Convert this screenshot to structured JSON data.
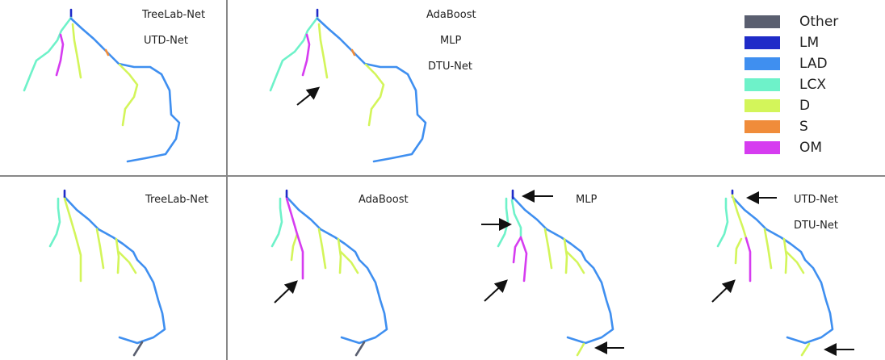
{
  "top_row": {
    "panel_1": {
      "labels": [
        "TreeLab-Net",
        "UTD-Net"
      ]
    },
    "panel_2": {
      "labels": [
        "AdaBoost",
        "MLP",
        "DTU-Net"
      ]
    }
  },
  "bottom_row": {
    "panel_1": {
      "labels": [
        "TreeLab-Net"
      ]
    },
    "panel_2": {
      "labels": [
        "AdaBoost"
      ]
    },
    "panel_3": {
      "labels": [
        "MLP"
      ]
    },
    "panel_4": {
      "labels": [
        "UTD-Net",
        "DTU-Net"
      ]
    }
  },
  "legend": [
    {
      "label": "Other",
      "color": "#5a5f70"
    },
    {
      "label": "LM",
      "color": "#1f2bc8"
    },
    {
      "label": "LAD",
      "color": "#3f8ff0"
    },
    {
      "label": "LCX",
      "color": "#6ef2c9"
    },
    {
      "label": "D",
      "color": "#d3f55a"
    },
    {
      "label": "S",
      "color": "#f08c3a"
    },
    {
      "label": "OM",
      "color": "#d63cf0"
    }
  ]
}
